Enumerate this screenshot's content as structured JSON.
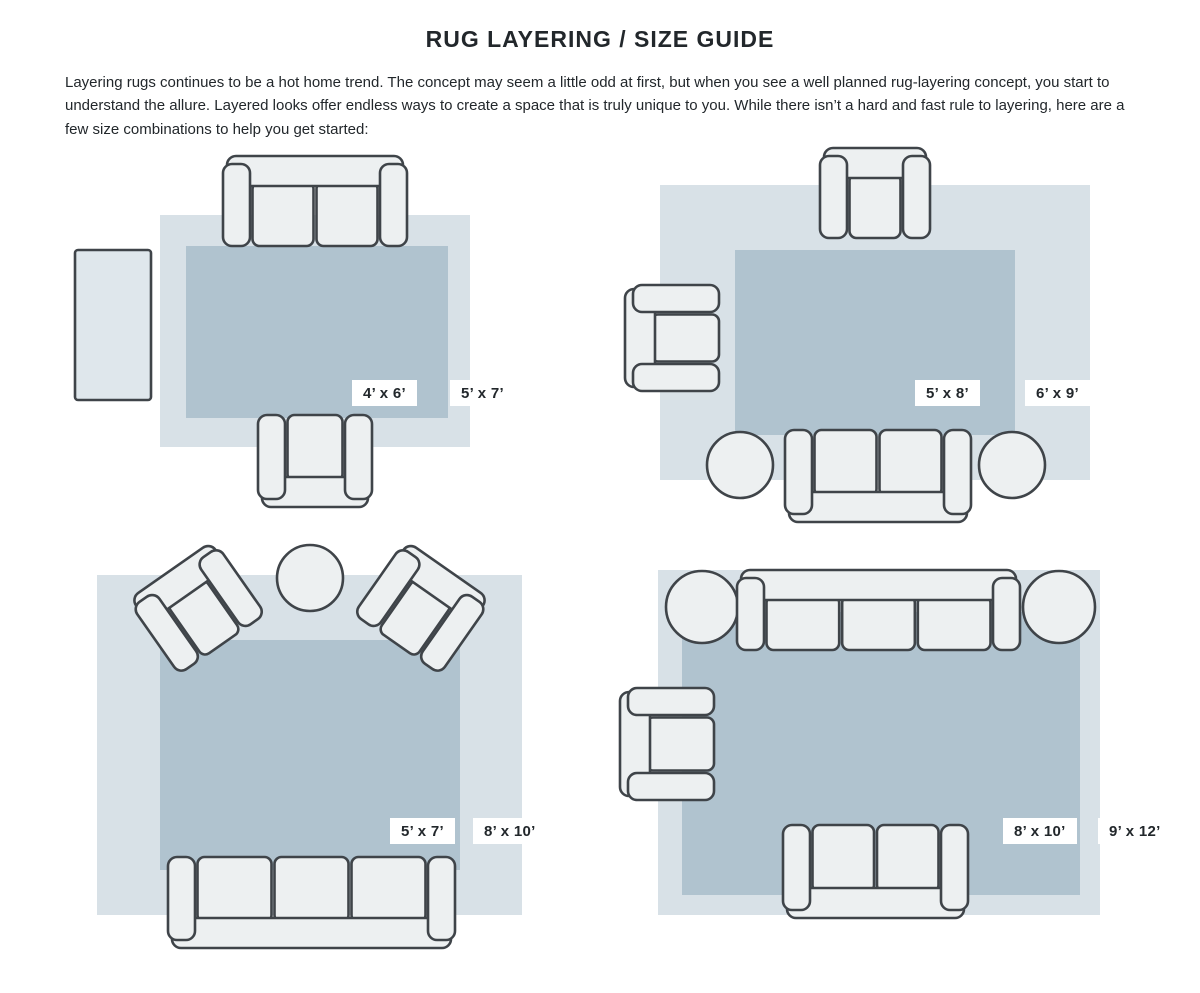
{
  "title": "RUG LAYERING / SIZE GUIDE",
  "intro": "Layering rugs continues to be a hot home trend. The concept may seem a little odd at first, but when you see a well planned rug-layering concept, you start to understand the allure. Layered looks offer endless ways to create a space that is truly unique to you. While there isn’t a hard and fast rule to layering, here are a few size combinations to help you get started:",
  "colors": {
    "outer_rug": "#d8e1e7",
    "inner_rug": "#b0c3cf",
    "furniture_fill": "#edf0f1",
    "furniture_stroke": "#3f4449",
    "console_fill": "#dfe7ec",
    "label_bg": "#ffffff",
    "text": "#22272b"
  },
  "diagrams": [
    {
      "inner_label": "4’ x 6’",
      "outer_label": "5’ x 7’"
    },
    {
      "inner_label": "5’ x 8’",
      "outer_label": "6’ x 9’"
    },
    {
      "inner_label": "5’ x 7’",
      "outer_label": "8’ x 10’"
    },
    {
      "inner_label": "8’ x 10’",
      "outer_label": "9’ x 12’"
    }
  ]
}
